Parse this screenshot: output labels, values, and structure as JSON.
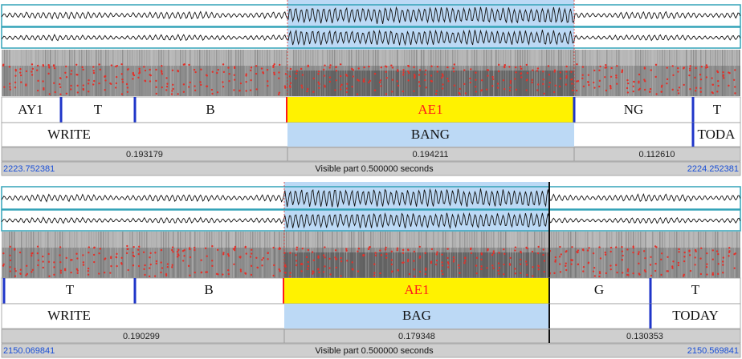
{
  "colors": {
    "selection": "#bcd9f5",
    "highlight_interval": "#fff200",
    "highlight_text": "#ff1a1a",
    "boundary": "#1f36c9",
    "waveform_border": "#33a3b8",
    "time_text": "#1a4fd6",
    "duration_bar": "#cfcfcf",
    "spectrogram": "#8f8f8f",
    "formant_dots": "#e3312a"
  },
  "panels": [
    {
      "phones": [
        {
          "label": "AY1",
          "highlight": false
        },
        {
          "label": "T",
          "highlight": false
        },
        {
          "label": "B",
          "highlight": false
        },
        {
          "label": "AE1",
          "highlight": true
        },
        {
          "label": "NG",
          "highlight": false
        },
        {
          "label": "T",
          "highlight": false
        }
      ],
      "words": [
        {
          "label": "WRITE",
          "selected": false
        },
        {
          "label": "",
          "selected": false
        },
        {
          "label": "BANG",
          "selected": true
        },
        {
          "label": "",
          "selected": false
        },
        {
          "label": "TODA",
          "selected": false
        }
      ],
      "durations": [
        "0.193179",
        "0.194211",
        "0.112610"
      ],
      "start_time": "2223.752381",
      "end_time": "2224.252381",
      "visible_text": "Visible part 0.500000 seconds"
    },
    {
      "phones": [
        {
          "label": "",
          "highlight": false
        },
        {
          "label": "T",
          "highlight": false
        },
        {
          "label": "B",
          "highlight": false
        },
        {
          "label": "AE1",
          "highlight": true
        },
        {
          "label": "G",
          "highlight": false
        },
        {
          "label": "T",
          "highlight": false
        }
      ],
      "words": [
        {
          "label": "WRITE",
          "selected": false
        },
        {
          "label": "",
          "selected": false
        },
        {
          "label": "BAG",
          "selected": true
        },
        {
          "label": "",
          "selected": false
        },
        {
          "label": "TODAY",
          "selected": false
        }
      ],
      "durations": [
        "0.190299",
        "0.179348",
        "0.130353"
      ],
      "start_time": "2150.069841",
      "end_time": "2150.569841",
      "visible_text": "Visible part 0.500000 seconds"
    }
  ]
}
